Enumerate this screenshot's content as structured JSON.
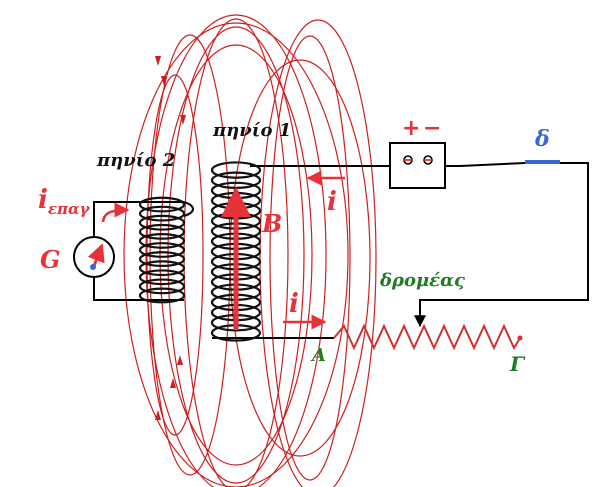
{
  "labels": {
    "coil1": "πηνίο 1",
    "coil2": "πηνίο 2",
    "induced_current_main": "i",
    "induced_current_sub": "επαγ",
    "galvanometer": "G",
    "field": "B",
    "current_top": "i",
    "current_bottom": "i",
    "plus": "+",
    "minus": "−",
    "switch": "δ",
    "slider": "δρομέας",
    "point_A": "A",
    "point_G": "Γ"
  },
  "colors": {
    "field_lines": "#cc2020",
    "wire": "#000000",
    "coil": "#111111",
    "red_label": "#e8323a",
    "green_label": "#1e7d23",
    "blue_label": "#3a67d6",
    "resistor": "#d13030"
  }
}
